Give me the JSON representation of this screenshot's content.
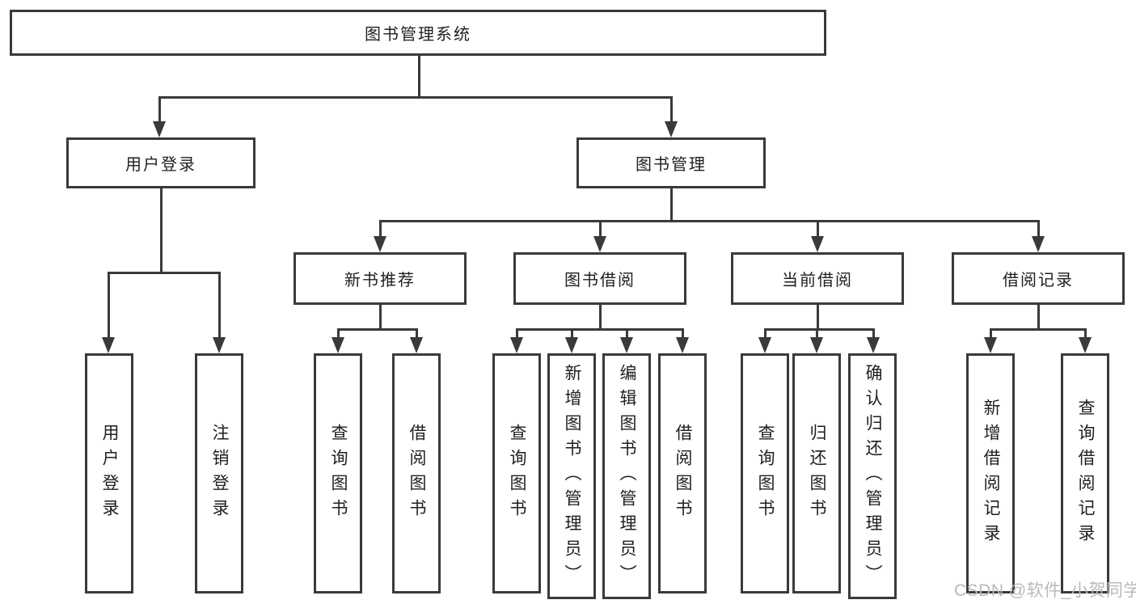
{
  "diagram": {
    "root": {
      "label": "图书管理系统"
    },
    "level2": [
      {
        "label": "用户登录",
        "children": [
          {
            "label": "用户登录"
          },
          {
            "label": "注销登录"
          }
        ]
      },
      {
        "label": "图书管理",
        "children": [
          {
            "label": "新书推荐",
            "children": [
              {
                "label": "查询图书"
              },
              {
                "label": "借阅图书"
              }
            ]
          },
          {
            "label": "图书借阅",
            "children": [
              {
                "label": "查询图书"
              },
              {
                "label": "新增图书（管理员）"
              },
              {
                "label": "编辑图书（管理员）"
              },
              {
                "label": "借阅图书"
              }
            ]
          },
          {
            "label": "当前借阅",
            "children": [
              {
                "label": "查询图书"
              },
              {
                "label": "归还图书"
              },
              {
                "label": "确认归还（管理员）"
              }
            ]
          },
          {
            "label": "借阅记录",
            "children": [
              {
                "label": "新增借阅记录"
              },
              {
                "label": "查询借阅记录"
              }
            ]
          }
        ]
      }
    ]
  },
  "watermark": {
    "text": "CSDN @软件_小贺同学"
  },
  "colors": {
    "line": "#3a3a3a",
    "text": "#1f1f1f",
    "box_background": "#ffffff",
    "watermark": "#b9b9b9"
  }
}
